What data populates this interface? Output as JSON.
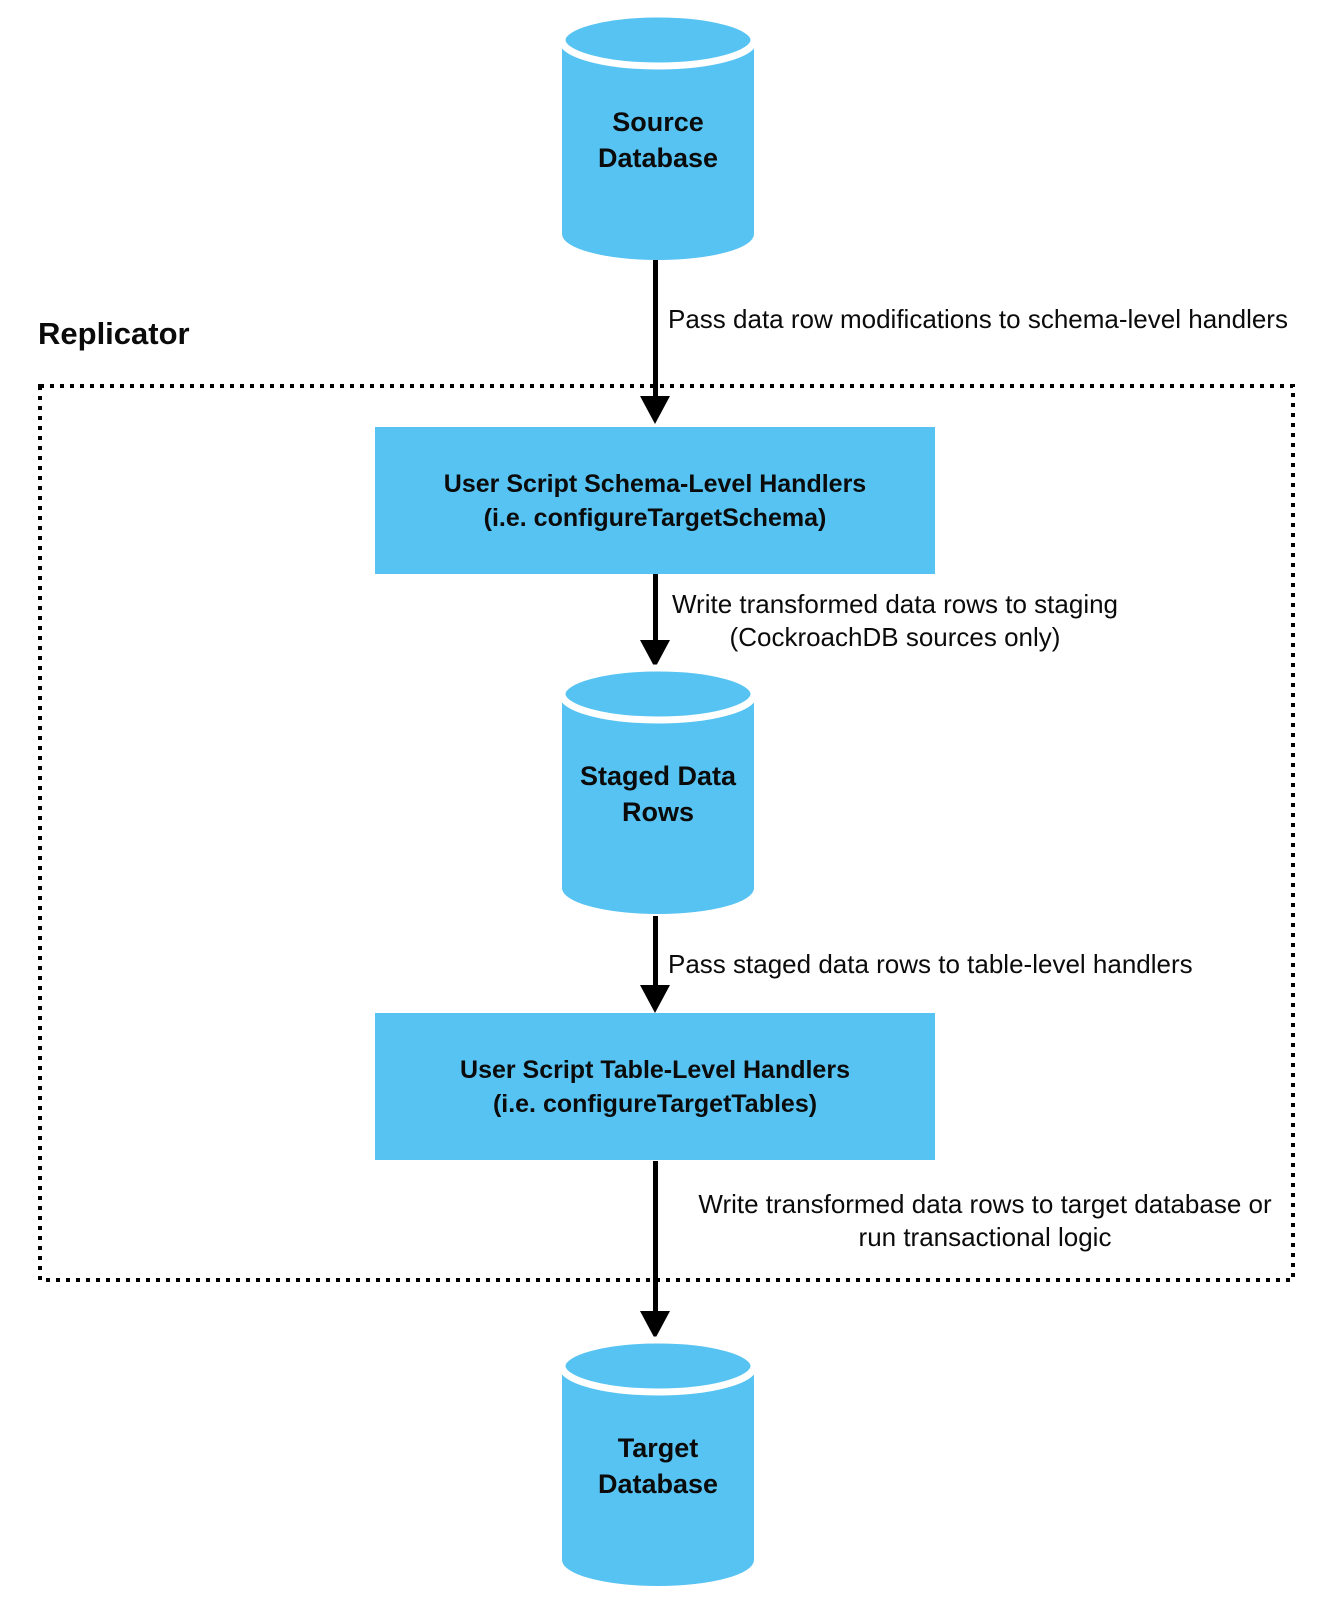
{
  "group": {
    "title": "Replicator"
  },
  "nodes": {
    "source_database": {
      "line1": "Source",
      "line2": "Database"
    },
    "schema_handlers": {
      "line1": "User Script Schema-Level Handlers",
      "line2": "(i.e. configureTargetSchema)"
    },
    "staged_rows": {
      "line1": "Staged Data",
      "line2": "Rows"
    },
    "table_handlers": {
      "line1": "User Script Table-Level Handlers",
      "line2": "(i.e. configureTargetTables)"
    },
    "target_database": {
      "line1": "Target",
      "line2": "Database"
    }
  },
  "edges": {
    "source_to_schema": {
      "label": "Pass data row modifications to schema-level handlers"
    },
    "schema_to_staging": {
      "line1": "Write transformed data rows to staging",
      "line2": "(CockroachDB sources only)"
    },
    "staging_to_table": {
      "label": "Pass staged data rows to table-level handlers"
    },
    "table_to_target": {
      "line1": "Write transformed data rows to target database or",
      "line2": "run transactional logic"
    }
  },
  "colors": {
    "node_fill": "#56C3F2",
    "line": "#000000",
    "text": "#0B0B0B",
    "background": "#FFFFFF"
  }
}
